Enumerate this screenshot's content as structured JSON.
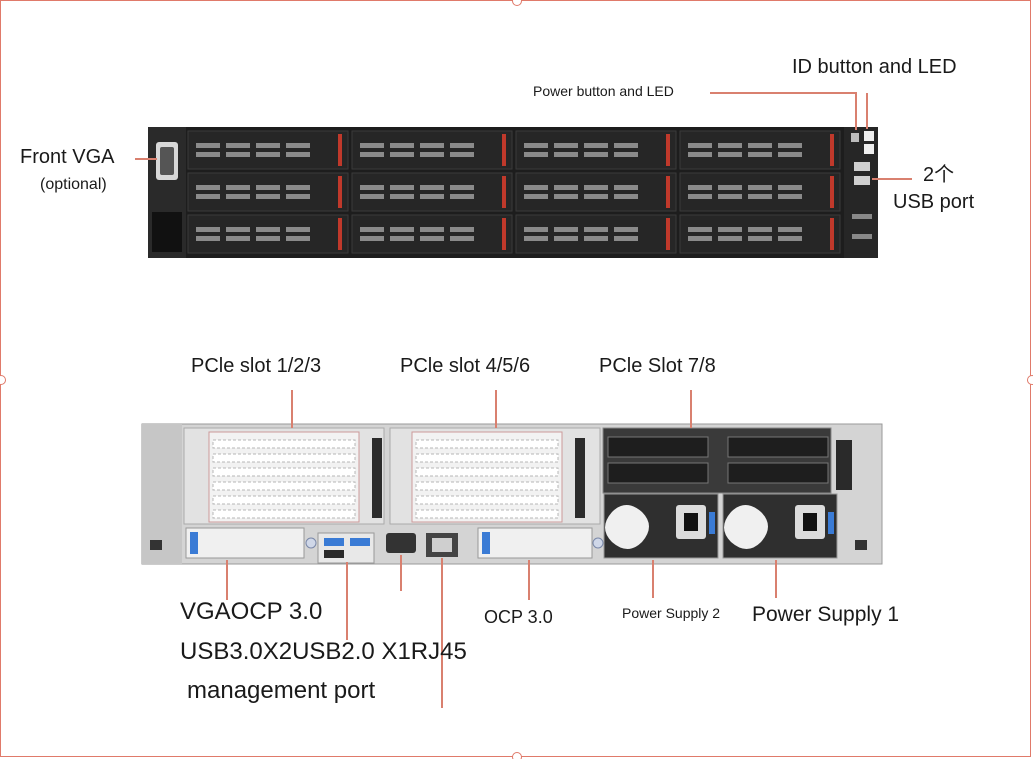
{
  "labels": {
    "front_vga": "Front VGA",
    "front_vga_note": "(optional)",
    "power_button": "Power button and LED",
    "id_button": "ID button and LED",
    "usb_count": "2个",
    "usb_port": "USB port",
    "pcie_123": "PCle slot 1/2/3",
    "pcie_456": "PCle slot 4/5/6",
    "pcie_78": "PCle Slot 7/8",
    "rear_line1": "VGAOCP 3.0",
    "rear_line2": "USB3.0X2USB2.0 X1RJ45",
    "rear_line3": "management port",
    "ocp": "OCP 3.0",
    "psu2": "Power Supply 2",
    "psu1": "Power Supply 1"
  },
  "colors": {
    "leader_line": "#d9806f",
    "chassis": "#1c1c1c",
    "drive_accent": "#c0392b",
    "frame": "#e07a6a"
  }
}
